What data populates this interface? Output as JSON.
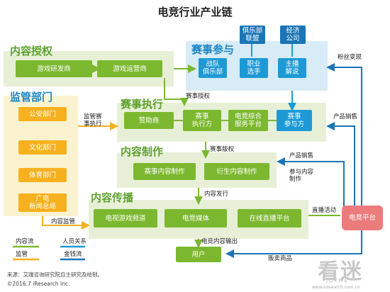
{
  "title": "电竞行业产业链",
  "sections": {
    "content_license": "内容授权",
    "regulation": "监管部门",
    "tournament": "赛事参与",
    "execution": "赛事执行",
    "production": "内容制作",
    "distribution": "内容传播"
  },
  "boxes": {
    "game_dev": "游戏研发商",
    "game_op": "游戏运营商",
    "police": "公安部门",
    "culture": "文化部门",
    "sports": "体育部门",
    "broadcast": "广电\n新闻总局",
    "club_alliance": "俱乐部\n联盟",
    "agency": "经济\n公司",
    "team_club": "战队\n俱乐部",
    "pro_player": "职业\n选手",
    "host": "主播\n解说",
    "sponsor": "赞助商",
    "exec_party": "赛事\n执行方",
    "esports_platform": "电竞综合\n服务平台",
    "participant": "赛事\n参与方",
    "tournament_content": "赛事内容制作",
    "derivative": "衍生内容制作",
    "tv_channel": "电视游戏频道",
    "esports_media": "电竞媒体",
    "live_platform": "在线直播平台",
    "esports_platform2": "电竞平台",
    "user": "用户"
  },
  "labels": {
    "regulation_exec": "监管赛\n事执行",
    "tournament_license": "赛事授权",
    "tournament_rights": "赛事版权",
    "content_publish": "内容发行",
    "content_regulation": "内容监管",
    "fan_monetize": "粉丝变现",
    "product_sales_1": "产品销售",
    "product_sales_2": "产品销售",
    "participate_content": "参与内容\n制作",
    "live_activity": "直播活动",
    "content_output": "电竞内容输出",
    "sell_goods": "贩卖商品"
  },
  "legend": {
    "content_flow": "内容流",
    "people": "人员关系",
    "regulation": "监管",
    "money": "金钱流"
  },
  "footer": {
    "source": "来源：艾瑞咨询研究院自主研究及绘制。",
    "copyright": "©2016.7 iResearch Inc."
  },
  "watermark": {
    "main": "看迷",
    "sub": "JOYME",
    "url": "www.iresearch.com.cn"
  },
  "colors": {
    "content_flow": "#7cb82f",
    "people": "#1d9ad6",
    "regulation": "#f7b11e",
    "money": "#1b75b6"
  }
}
